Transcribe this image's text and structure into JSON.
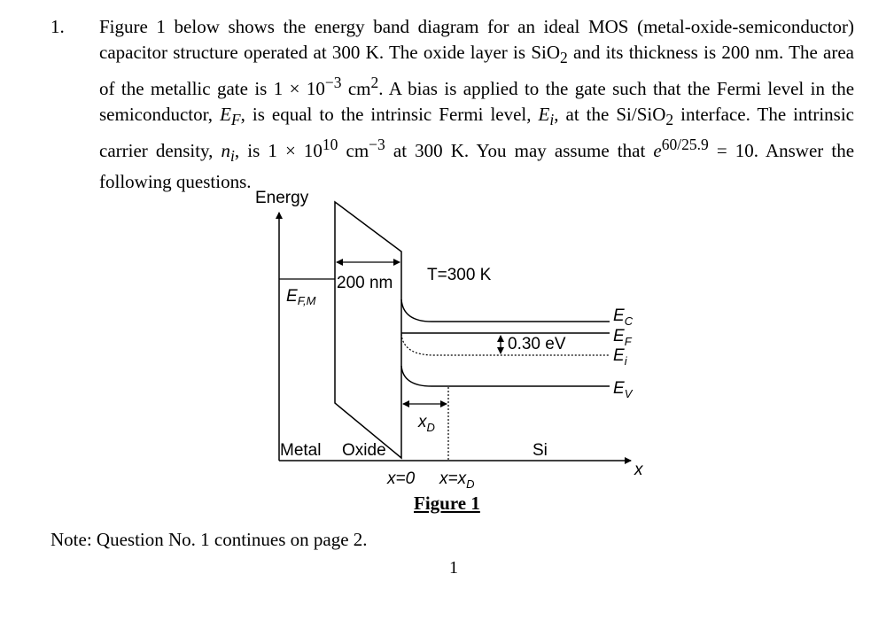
{
  "question": {
    "number": "1.",
    "parts": [
      "Figure 1 below shows the energy band diagram for an ideal MOS (metal-oxide-semiconductor) capacitor structure operated at 300 K. The oxide layer is SiO",
      "2",
      " and its thickness is 200 nm. The area of the metallic gate is 1 × 10",
      "−3",
      " cm",
      "2",
      ". A bias is applied to the gate such that the Fermi level in the semiconductor, ",
      "E",
      "F",
      ", is equal to the intrinsic Fermi level, ",
      "E",
      "i",
      ", at the Si/SiO",
      "2",
      " interface. The intrinsic carrier density, ",
      "n",
      "i",
      ", is 1 × 10",
      "10",
      " cm",
      "−3",
      " at 300 K. You may assume that ",
      "e",
      "60/25.9",
      " = 10. Answer the following questions."
    ]
  },
  "figure": {
    "energy_axis_label": "Energy",
    "efm_main": "E",
    "efm_sub": "F,M",
    "thickness_label": "200 nm",
    "temperature_label": "T=300 K",
    "ec_main": "E",
    "ec_sub": "C",
    "ef_main": "E",
    "ef_sub": "F",
    "ei_main": "E",
    "ei_sub": "i",
    "ev_main": "E",
    "ev_sub": "V",
    "gap_label": "0.30 eV",
    "xd_main": "x",
    "xd_sub": "D",
    "metal_label": "Metal",
    "oxide_label": "Oxide",
    "si_label": "Si",
    "x_axis_label": "x",
    "x0_label": "x=0",
    "xxd_main": "x=x",
    "xxd_sub": "D"
  },
  "caption": "Figure 1",
  "note": "Note: Question No. 1 continues on page 2.",
  "page_number": "1"
}
